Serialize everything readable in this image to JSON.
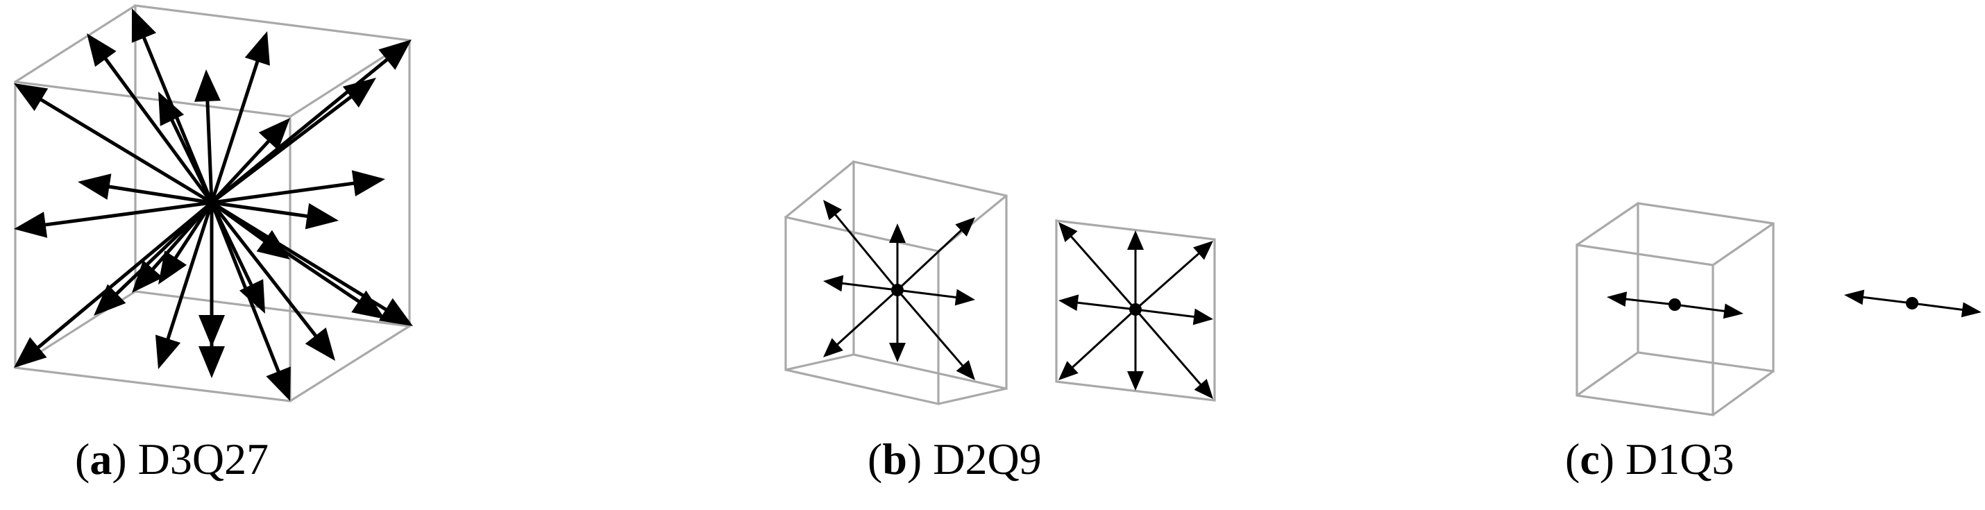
{
  "panels": [
    {
      "id": "a",
      "caption": {
        "open": "(",
        "letter": "a",
        "close": ")",
        "name": "D3Q27"
      }
    },
    {
      "id": "b",
      "caption": {
        "open": "(",
        "letter": "b",
        "close": ")",
        "name": "D2Q9"
      }
    },
    {
      "id": "c",
      "caption": {
        "open": "(",
        "letter": "c",
        "close": ")",
        "name": "D1Q3"
      }
    }
  ]
}
